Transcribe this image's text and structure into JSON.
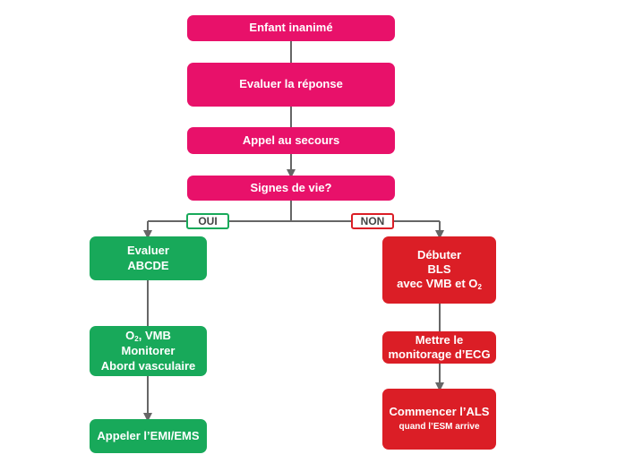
{
  "nodes": {
    "start": "Enfant inanimé",
    "evaluate_response": "Evaluer la réponse",
    "call_help": "Appel au secours",
    "signs_of_life": "Signes de vie?",
    "yes_branch": {
      "label": "OUI",
      "assess": [
        "Evaluer",
        "ABCDE"
      ],
      "o2_symbol": "O",
      "o2_subscript": "2",
      "o2_suffix": ", VMB",
      "monitor": "Monitorer",
      "vascular": "Abord vasculaire",
      "call_ems": "Appeler l’EMI/EMS"
    },
    "no_branch": {
      "label": "NON",
      "start_line1": "Débuter",
      "start_line2": "BLS",
      "start_line3_prefix": "avec VMB et O",
      "start_line3_subscript": "2",
      "ecg_line1": "Mettre le",
      "ecg_line2": "monitorage d’ECG",
      "als_line1": "Commencer l’ALS",
      "als_line2": "quand l’ESM arrive"
    }
  },
  "colors": {
    "pink": "#e8116a",
    "green": "#18a95a",
    "red": "#db1e26",
    "connector": "#666666"
  }
}
